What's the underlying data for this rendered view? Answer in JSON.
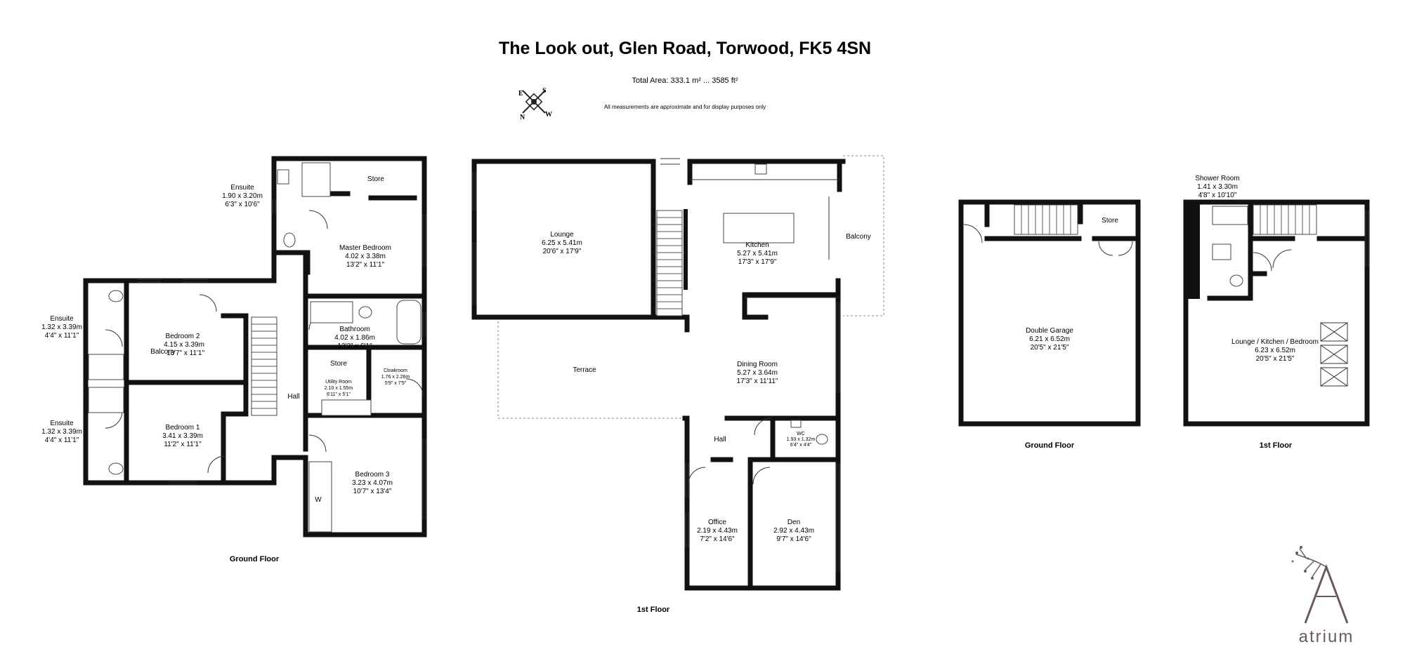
{
  "header": {
    "title": "The Look out, Glen Road, Torwood, FK5 4SN",
    "total_area": "Total Area: 333.1 m² ... 3585 ft²",
    "disclaimer": "All measurements are approximate and for display purposes only"
  },
  "compass": {
    "n": "N",
    "e": "E",
    "s": "S",
    "w": "W"
  },
  "plans": {
    "main_ground": {
      "label": "Ground Floor",
      "rooms": {
        "ensuite_top": {
          "name": "Ensuite",
          "metric": "1.90 x 3.20m",
          "imperial": "6'3\" x 10'6\""
        },
        "store_top": {
          "name": "Store"
        },
        "master": {
          "name": "Master Bedroom",
          "metric": "4.02 x 3.38m",
          "imperial": "13'2\" x 11'1\""
        },
        "ensuite_left1": {
          "name": "Ensuite",
          "metric": "1.32 x 3.39m",
          "imperial": "4'4\" x 11'1\""
        },
        "bedroom2": {
          "name": "Bedroom 2",
          "metric": "4.15 x 3.39m",
          "imperial": "13'7\" x 11'1\"",
          "extra": "Balcony"
        },
        "bathroom": {
          "name": "Bathroom",
          "metric": "4.02 x 1.86m",
          "imperial": "13'2\" x 6'1\""
        },
        "store_mid": {
          "name": "Store"
        },
        "utility": {
          "name": "Utility Room",
          "metric": "2.10 x 1.55m",
          "imperial": "6'11\" x 5'1\""
        },
        "cloakroom": {
          "name": "Cloakroom",
          "metric": "1.76 x 2.26m",
          "imperial": "5'9\" x 7'5\""
        },
        "hall": {
          "name": "Hall"
        },
        "ensuite_left2": {
          "name": "Ensuite",
          "metric": "1.32 x 3.39m",
          "imperial": "4'4\" x 11'1\""
        },
        "bedroom1": {
          "name": "Bedroom 1",
          "metric": "3.41 x 3.39m",
          "imperial": "11'2\" x 11'1\""
        },
        "bedroom3": {
          "name": "Bedroom 3",
          "metric": "3.23 x 4.07m",
          "imperial": "10'7\" x 13'4\""
        },
        "wardrobe": {
          "name": "W"
        }
      }
    },
    "main_first": {
      "label": "1st Floor",
      "rooms": {
        "lounge": {
          "name": "Lounge",
          "metric": "6.25 x 5.41m",
          "imperial": "20'6\" x 17'9\""
        },
        "kitchen": {
          "name": "Kitchen",
          "metric": "5.27 x 5.41m",
          "imperial": "17'3\" x 17'9\""
        },
        "balcony": {
          "name": "Balcony"
        },
        "terrace": {
          "name": "Terrace"
        },
        "dining": {
          "name": "Dining Room",
          "metric": "5.27 x 3.64m",
          "imperial": "17'3\" x 11'11\""
        },
        "hall": {
          "name": "Hall"
        },
        "wc": {
          "name": "WC",
          "metric": "1.93 x 1.32m",
          "imperial": "6'4\" x 4'4\""
        },
        "office": {
          "name": "Office",
          "metric": "2.19 x 4.43m",
          "imperial": "7'2\" x 14'6\""
        },
        "den": {
          "name": "Den",
          "metric": "2.92 x 4.43m",
          "imperial": "9'7\" x 14'6\""
        }
      }
    },
    "garage_ground": {
      "label": "Ground Floor",
      "rooms": {
        "store": {
          "name": "Store"
        },
        "garage": {
          "name": "Double Garage",
          "metric": "6.21 x 6.52m",
          "imperial": "20'5\" x 21'5\""
        }
      }
    },
    "garage_first": {
      "label": "1st Floor",
      "rooms": {
        "shower": {
          "name": "Shower Room",
          "metric": "1.41 x 3.30m",
          "imperial": "4'8\" x 10'10\""
        },
        "studio": {
          "name": "Lounge / Kitchen / Bedroom",
          "metric": "6.23 x 6.52m",
          "imperial": "20'5\" x 21'5\""
        }
      }
    }
  },
  "logo": {
    "text": "atrium",
    "icon": "tree-letter-a-icon",
    "color": "#6b5a5a"
  }
}
